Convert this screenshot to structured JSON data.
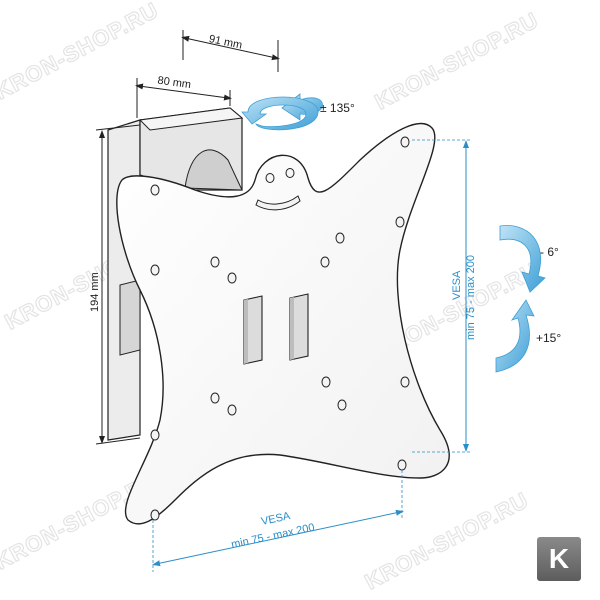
{
  "watermark": {
    "text": "KRON-SHOP.RU"
  },
  "dimensions": {
    "top_depth": "91 mm",
    "arm_depth": "80 mm",
    "height": "194 mm"
  },
  "rotation": {
    "swivel": "± 135°"
  },
  "tilt": {
    "down": "- 6°",
    "up": "+15°"
  },
  "vesa_horizontal": {
    "line1": "VESA",
    "line2": "min 75 - max 200"
  },
  "vesa_vertical": {
    "line1": "VESA",
    "line2": "min 75 - max 200"
  },
  "badge": {
    "letter": "K"
  },
  "colors": {
    "accent": "#2a8fc8",
    "arrow": "#5ab4e6",
    "outline": "#222222"
  }
}
